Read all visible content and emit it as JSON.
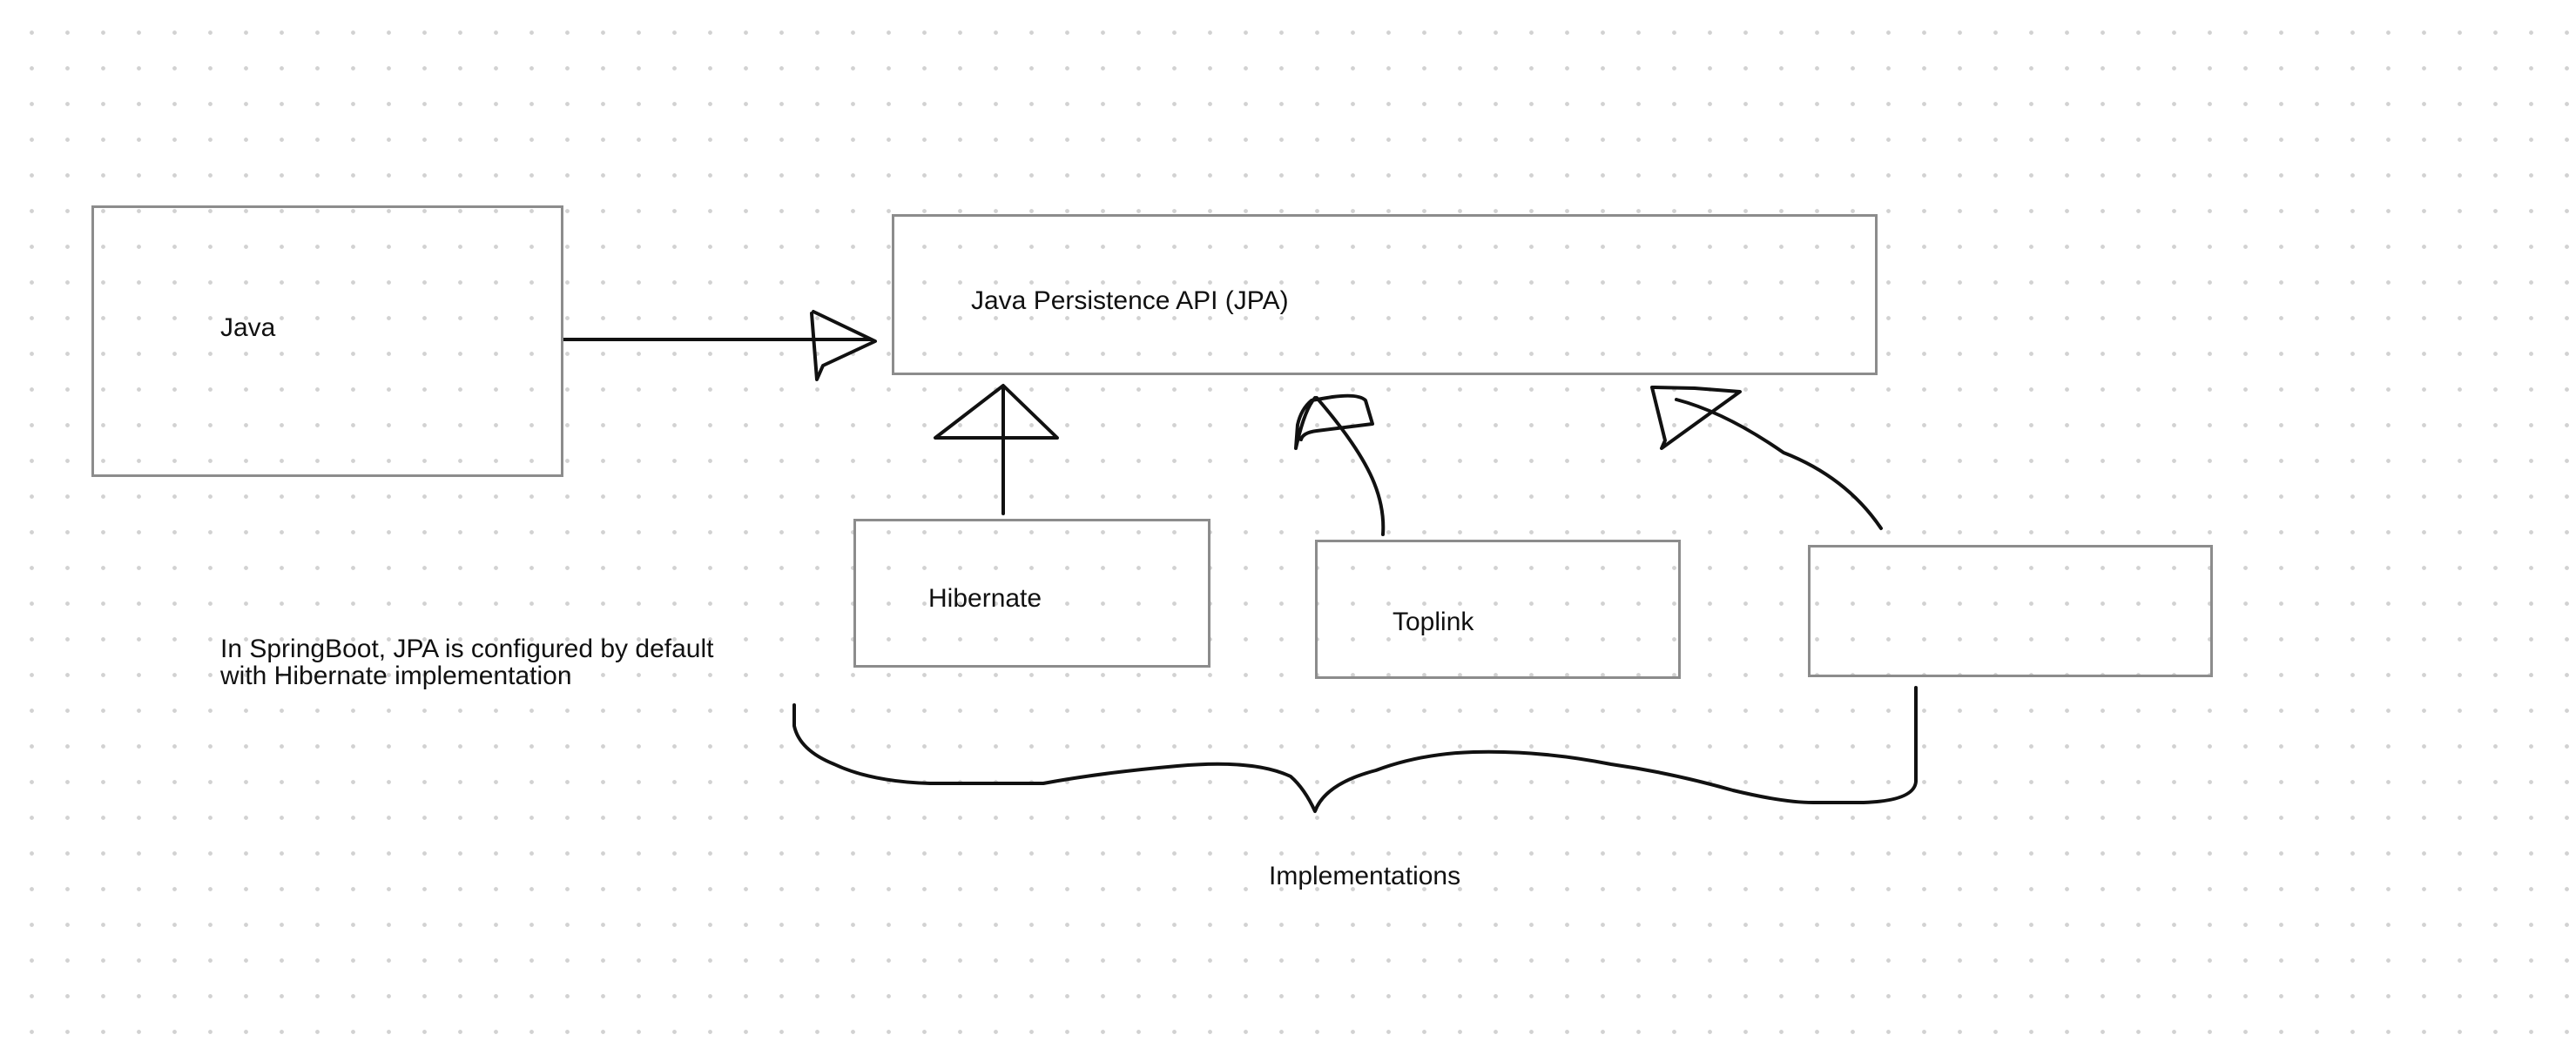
{
  "diagram": {
    "nodes": {
      "java": {
        "label": "Java"
      },
      "jpa": {
        "label": "Java Persistence API (JPA)"
      },
      "hibernate": {
        "label": "Hibernate"
      },
      "toplink": {
        "label": "Toplink"
      },
      "unnamed": {
        "label": ""
      }
    },
    "edges": [
      {
        "from": "java",
        "to": "jpa",
        "style": "hand-drawn arrow"
      },
      {
        "from": "hibernate",
        "to": "jpa",
        "style": "hand-drawn arrow"
      },
      {
        "from": "toplink",
        "to": "jpa",
        "style": "hand-drawn arrow"
      },
      {
        "from": "unnamed",
        "to": "jpa",
        "style": "hand-drawn arrow"
      }
    ],
    "note": "In SpringBoot, JPA is configured by default with Hibernate implementation",
    "brace_label": "Implementations"
  },
  "colors": {
    "box_border": "#8c8c8c",
    "ink": "#111111",
    "grid_dot": "#d2d2d2",
    "background": "#ffffff"
  }
}
